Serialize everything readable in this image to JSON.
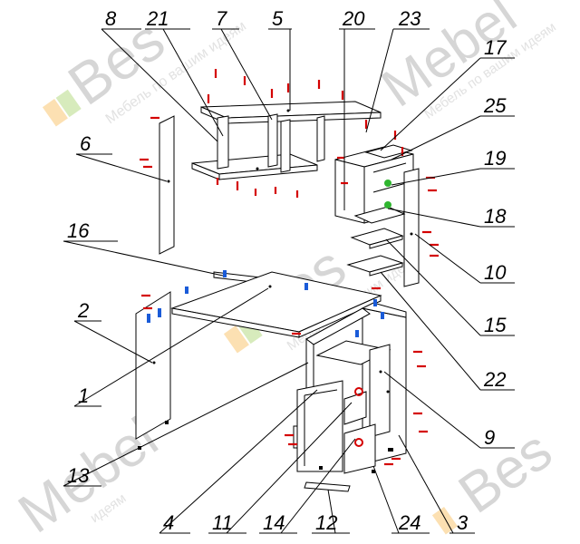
{
  "watermark": {
    "brand": "Bes",
    "brand_full": "Mebel",
    "brand_partial": "Mebel",
    "tagline": "Мебель по вашим идеям",
    "tagline_short": "идеям",
    "colors": [
      "#f5a623",
      "#8cc63f",
      "#e53935"
    ]
  },
  "callouts": [
    {
      "num": "8"
    },
    {
      "num": "21"
    },
    {
      "num": "7"
    },
    {
      "num": "5"
    },
    {
      "num": "20"
    },
    {
      "num": "23"
    },
    {
      "num": "17"
    },
    {
      "num": "25"
    },
    {
      "num": "6"
    },
    {
      "num": "19"
    },
    {
      "num": "18"
    },
    {
      "num": "16"
    },
    {
      "num": "10"
    },
    {
      "num": "2"
    },
    {
      "num": "15"
    },
    {
      "num": "22"
    },
    {
      "num": "1"
    },
    {
      "num": "9"
    },
    {
      "num": "13"
    },
    {
      "num": "4"
    },
    {
      "num": "11"
    },
    {
      "num": "14"
    },
    {
      "num": "12"
    },
    {
      "num": "24"
    },
    {
      "num": "3"
    }
  ],
  "colors": {
    "fastener_red": "#d40000",
    "fastener_blue": "#1a5bd8",
    "fastener_green": "#2fb52f",
    "line": "#000000"
  }
}
